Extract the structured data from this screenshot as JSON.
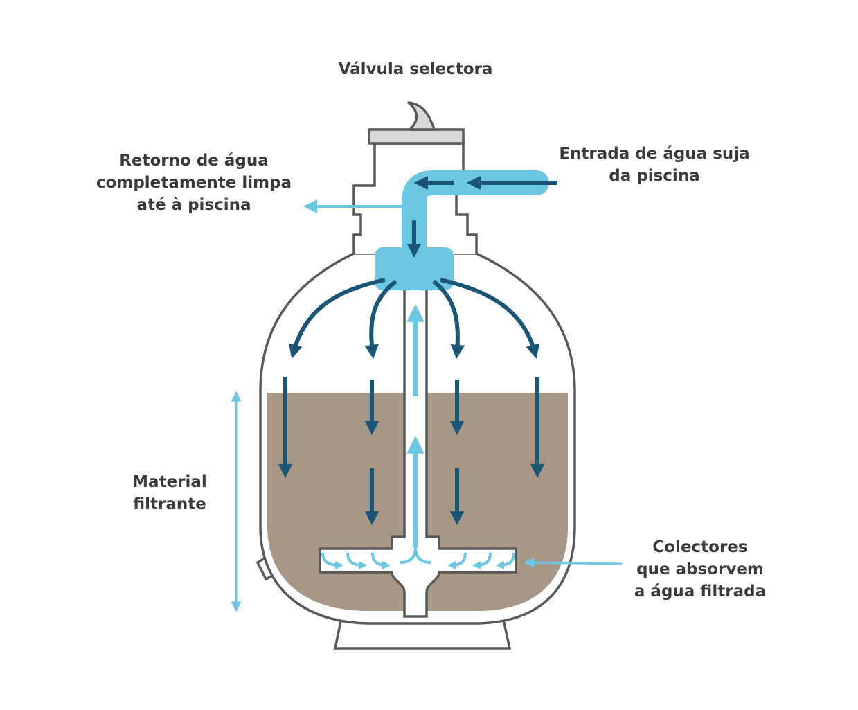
{
  "labels": {
    "valve": "Válvula selectora",
    "return": [
      "Retorno de água",
      "completamente limpa",
      "até à piscina"
    ],
    "inlet": [
      "Entrada de água suja",
      "da piscina"
    ],
    "media": [
      "Material",
      "filtrante"
    ],
    "collectors": [
      "Colectores",
      "que absorvem",
      "a água filtrada"
    ]
  },
  "colors": {
    "outline": "#595959",
    "sand": "#a89787",
    "light_blue": "#6cc7e3",
    "dark_blue": "#1b5575",
    "valve_cap": "#d9d9d9",
    "text": "#3a3a3a"
  }
}
